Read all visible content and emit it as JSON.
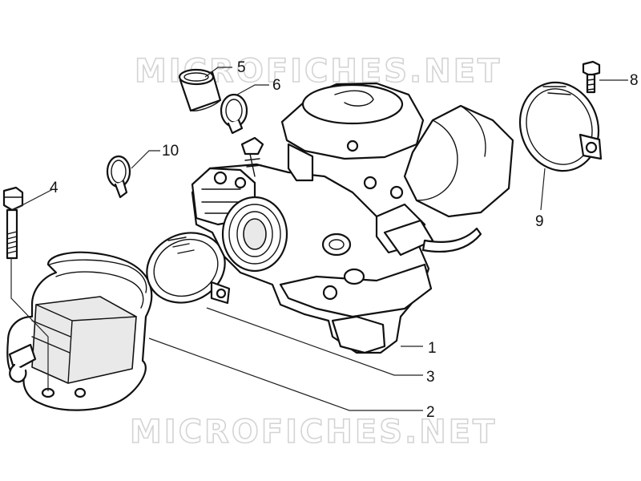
{
  "watermark": {
    "text_top": "MICROFICHES.NET",
    "text_bottom": "MICROFICHES.NET"
  },
  "callouts": [
    {
      "id": "1",
      "label": "1"
    },
    {
      "id": "2",
      "label": "2"
    },
    {
      "id": "3",
      "label": "3"
    },
    {
      "id": "4",
      "label": "4"
    },
    {
      "id": "5",
      "label": "5"
    },
    {
      "id": "6",
      "label": "6"
    },
    {
      "id": "8",
      "label": "8"
    },
    {
      "id": "9",
      "label": "9"
    },
    {
      "id": "10",
      "label": "10"
    }
  ]
}
